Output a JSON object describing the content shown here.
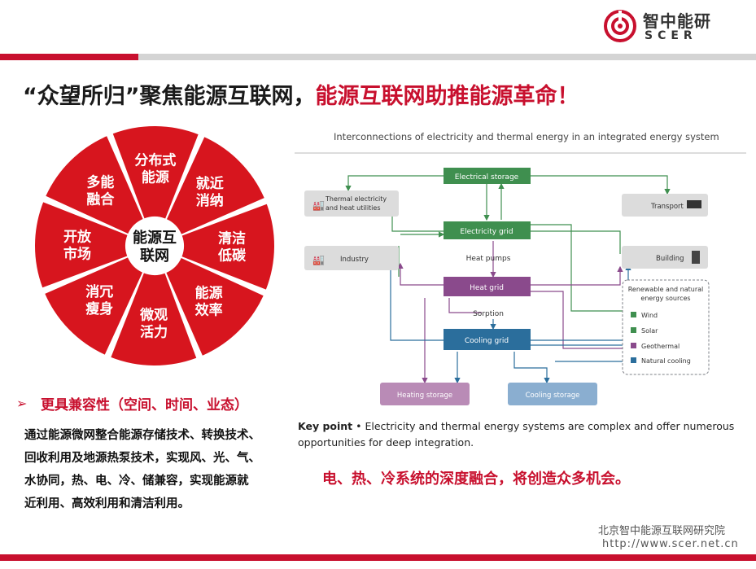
{
  "header": {
    "logo_cn": "智中能研",
    "logo_en": "SCER"
  },
  "title": {
    "part1": "“众望所归”聚焦能源互联网，",
    "part2": "能源互联网助推能源革命！"
  },
  "wheel": {
    "center": [
      "能源互",
      "联网"
    ],
    "segments": [
      {
        "lines": [
          "分布式",
          "能源"
        ]
      },
      {
        "lines": [
          "就近",
          "消纳"
        ]
      },
      {
        "lines": [
          "清洁",
          "低碳"
        ]
      },
      {
        "lines": [
          "能源",
          "效率"
        ]
      },
      {
        "lines": [
          "微观",
          "活力"
        ]
      },
      {
        "lines": [
          "消冗",
          "瘦身"
        ]
      },
      {
        "lines": [
          "开放",
          "市场"
        ]
      },
      {
        "lines": [
          "多能",
          "融合"
        ]
      }
    ],
    "color": "#d7151e"
  },
  "bullet": {
    "arrow": "➢",
    "heading": "更具兼容性（空间、时间、业态）",
    "paragraph_lines": [
      "通过能源微网整合能源存储技术、转换技术、",
      "回收利用及地源热泵技术，实现风、光、气、",
      "水协同，热、电、冷、储兼容，实现能源就",
      "近利用、高效利用和清洁利用。"
    ]
  },
  "diagram": {
    "title": "Interconnections of electricity and thermal energy in an integrated energy system",
    "nodes": {
      "electrical_storage": "Electrical storage",
      "electricity_grid": "Electricity grid",
      "heat_pumps": "Heat pumps",
      "heat_grid": "Heat grid",
      "sorption": "Sorption",
      "cooling_grid": "Cooling grid",
      "thermal_utilities_1": "Thermal electricity",
      "thermal_utilities_2": "and heat utilities",
      "industry": "Industry",
      "transport": "Transport",
      "building": "Building",
      "heating_storage": "Heating storage",
      "cooling_storage": "Cooling storage"
    },
    "renewables": {
      "title_1": "Renewable and natural",
      "title_2": "energy sources",
      "items": [
        "Wind",
        "Solar",
        "Geothermal",
        "Natural cooling"
      ]
    },
    "colors": {
      "green": "#3f8f4f",
      "purple": "#8a4a8c",
      "blue": "#2b6e9c",
      "gray": "#7d8087"
    }
  },
  "keypoint": {
    "label": "Key point",
    "text": " • Electricity and thermal energy systems are complex and offer numerous opportunities for deep integration."
  },
  "conclusion": "电、热、冷系统的深度融合，将创造众多机会。",
  "footer": {
    "org": "北京智中能源互联网研究院",
    "url": "http://www.scer.net.cn"
  }
}
